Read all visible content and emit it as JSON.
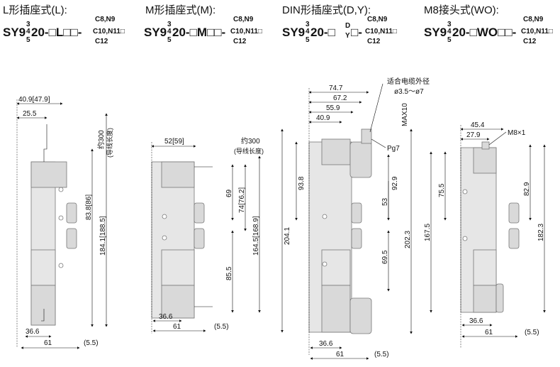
{
  "variants": [
    {
      "title": "L形插座式(L):",
      "model_prefix": "SY9",
      "sup_top": "3",
      "sup_mid": "4",
      "sup_bot": "5",
      "model_suffix": "20-□L□□-",
      "opt1": "C8,N9",
      "opt2": "C10,N11□",
      "opt3": "C12"
    },
    {
      "title": "M形插座式(M):",
      "model_prefix": "SY9",
      "sup_top": "3",
      "sup_mid": "4",
      "sup_bot": "5",
      "model_suffix": "20-□M□□-",
      "opt1": "C8,N9",
      "opt2": "C10,N11□",
      "opt3": "C12"
    },
    {
      "title": "DIN形插座式(D,Y):",
      "model_prefix": "SY9",
      "sup_top": "3",
      "sup_mid": "4",
      "sup_bot": "5",
      "model_suffix": "20-□",
      "model_dy_top": "D",
      "model_dy_bot": "Y",
      "model_suffix2": "□-",
      "opt1": "C8,N9",
      "opt2": "C10,N11□",
      "opt3": "C12"
    },
    {
      "title": "M8接头式(WO):",
      "model_prefix": "SY9",
      "sup_top": "3",
      "sup_mid": "4",
      "sup_bot": "5",
      "model_suffix": "20-□WO□□-",
      "opt1": "C8,N9",
      "opt2": "C10,N11□",
      "opt3": "C12"
    }
  ],
  "dims_L": {
    "w1": "40.9[47.9]",
    "w2": "25.5",
    "lead": "约300",
    "lead_sub": "(导线长度)",
    "h1": "83.8[86]",
    "h2": "184.1[188.5]",
    "b1": "36.6",
    "b2": "61",
    "b3": "(5.5)"
  },
  "dims_M": {
    "w1": "52[59]",
    "lead": "约300",
    "lead_sub": "(导线长度)",
    "h1": "69",
    "h2": "74[76.2]",
    "h3": "164.5[168.9]",
    "h4": "85.5",
    "b1": "36.6",
    "b2": "61",
    "b3": "(5.5)"
  },
  "dims_D": {
    "w1": "74.7",
    "w2": "67.2",
    "w3": "55.9",
    "w4": "40.9",
    "cable": "适合电缆外径",
    "cable_sub": "ø3.5～ø7",
    "max": "MAX10",
    "pg": "Pg7",
    "h1": "93.8",
    "h2": "92.9",
    "h3": "53",
    "h4": "204.1",
    "h5": "202.3",
    "h6": "69.5",
    "b1": "36.6",
    "b2": "61",
    "b3": "(5.5)"
  },
  "dims_W": {
    "w1": "45.4",
    "w2": "27.9",
    "conn": "M8×1",
    "h1": "75.5",
    "h2": "82.9",
    "h3": "167.5",
    "h4": "182.3",
    "b1": "36.6",
    "b2": "61",
    "b3": "(5.5)"
  }
}
